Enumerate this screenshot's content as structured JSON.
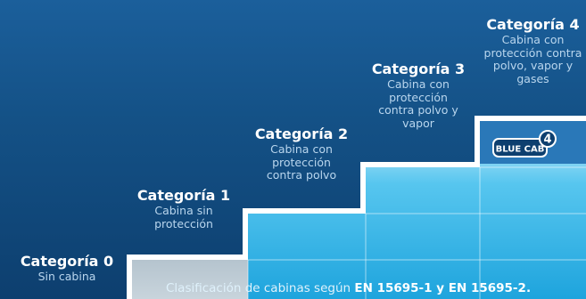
{
  "categories": [
    {
      "title": "Categoría 0",
      "description": "Sin cabina"
    },
    {
      "title": "Categoría 1",
      "description": "Cabina sin protección"
    },
    {
      "title": "Categoría 2",
      "description": "Cabina con protección contra polvo"
    },
    {
      "title": "Categoría 3",
      "description": "Cabina con protección contra polvo y vapor"
    },
    {
      "title": "Categoría 4",
      "description": "Cabina con protección contra polvo, vapor y gases"
    }
  ],
  "caption": {
    "prefix": "Clasificación de cabinas según ",
    "standard_1": "EN 15695-1",
    "connector": " y ",
    "standard_2": "EN 15695-2",
    "suffix": "."
  },
  "logo": {
    "text": "BLUE CAB",
    "badge": "4"
  },
  "colors": {
    "background_top": "#1b5f9b",
    "background_bottom": "#0d3f6f",
    "step_gray": "#b1c1cc",
    "step_blue": "#2eb4e8",
    "outline": "#ffffff"
  }
}
